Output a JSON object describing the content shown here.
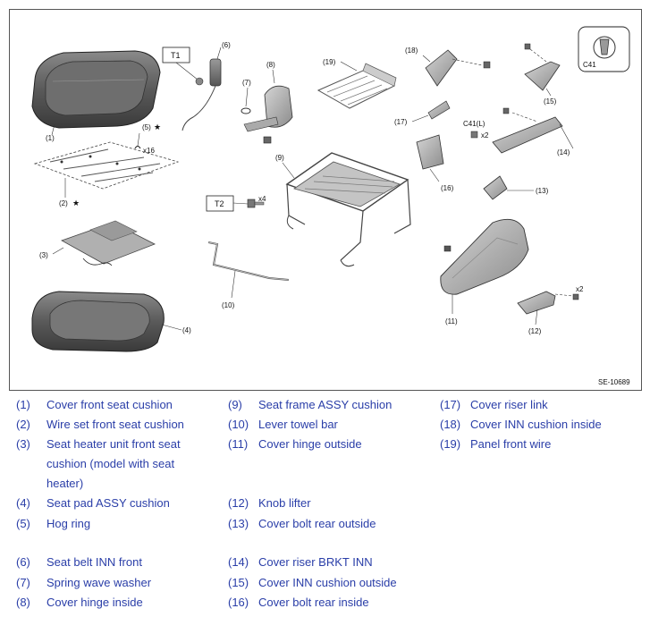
{
  "diagram": {
    "figure_code": "SE-10689",
    "callouts": {
      "c1": "(1)",
      "c2": "(2)",
      "c3": "(3)",
      "c4": "(4)",
      "c5": "(5)",
      "c6": "(6)",
      "c7": "(7)",
      "c8": "(8)",
      "c9": "(9)",
      "c10": "(10)",
      "c11": "(11)",
      "c12": "(12)",
      "c13": "(13)",
      "c14": "(14)",
      "c15": "(15)",
      "c16": "(16)",
      "c17": "(17)",
      "c18": "(18)",
      "c19": "(19)"
    },
    "star": "★",
    "qty_x16": "x16",
    "qty_x4": "x4",
    "qty_x2_a": "x2",
    "qty_x2_b": "x2",
    "torque_t1": "T1",
    "torque_t2": "T2",
    "clip_c41l": "C41(L)",
    "clip_c41": "C41"
  },
  "legend": {
    "items": [
      {
        "num": "(1)",
        "text": "Cover front seat cushion"
      },
      {
        "num": "(2)",
        "text": "Wire set front seat cushion"
      },
      {
        "num": "(3)",
        "text": "Seat heater unit front seat cushion (model with seat heater)"
      },
      {
        "num": "(4)",
        "text": "Seat pad ASSY cushion"
      },
      {
        "num": "(5)",
        "text": "Hog ring"
      },
      {
        "num": "(6)",
        "text": "Seat belt INN front"
      },
      {
        "num": "(7)",
        "text": "Spring wave washer"
      },
      {
        "num": "(8)",
        "text": "Cover hinge inside"
      },
      {
        "num": "(9)",
        "text": "Seat frame ASSY cushion"
      },
      {
        "num": "(10)",
        "text": "Lever towel bar"
      },
      {
        "num": "(11)",
        "text": "Cover hinge outside"
      },
      {
        "num": "(12)",
        "text": "Knob lifter"
      },
      {
        "num": "(13)",
        "text": "Cover bolt rear outside"
      },
      {
        "num": "(14)",
        "text": "Cover riser BRKT INN"
      },
      {
        "num": "(15)",
        "text": "Cover INN cushion outside"
      },
      {
        "num": "(16)",
        "text": "Cover bolt rear inside"
      },
      {
        "num": "(17)",
        "text": "Cover riser link"
      },
      {
        "num": "(18)",
        "text": "Cover INN cushion inside"
      },
      {
        "num": "(19)",
        "text": "Panel front wire"
      }
    ]
  }
}
